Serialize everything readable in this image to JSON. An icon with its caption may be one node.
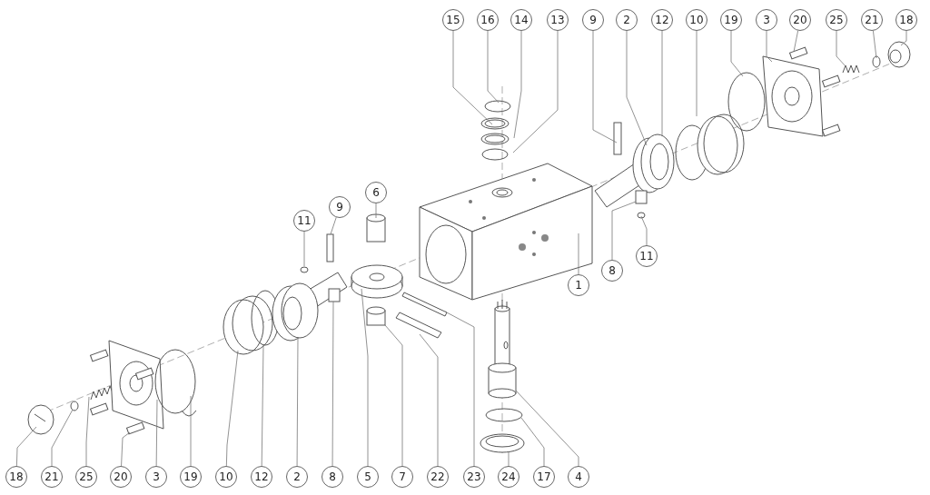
{
  "diagram": {
    "nodes": [
      {
        "text": [
          "15"
        ]
      },
      {
        "text": [
          "16"
        ]
      },
      {
        "text": [
          "14"
        ]
      },
      {
        "text": [
          "13"
        ]
      },
      {
        "text": [
          "9"
        ]
      },
      {
        "text": [
          "2"
        ]
      },
      {
        "text": [
          "12"
        ]
      },
      {
        "text": [
          "10"
        ]
      },
      {
        "text": [
          "19"
        ]
      },
      {
        "text": [
          "3"
        ]
      },
      {
        "text": [
          "20"
        ]
      },
      {
        "text": [
          "25"
        ]
      },
      {
        "text": [
          "21"
        ]
      },
      {
        "text": [
          "18"
        ]
      },
      {
        "text": [
          "6"
        ]
      },
      {
        "text": [
          "9"
        ]
      },
      {
        "text": [
          "11"
        ]
      },
      {
        "text": [
          "11"
        ]
      },
      {
        "text": [
          "8"
        ]
      },
      {
        "text": [
          "1"
        ]
      },
      {
        "text": [
          "18"
        ]
      },
      {
        "text": [
          "21"
        ]
      },
      {
        "text": [
          "25"
        ]
      },
      {
        "text": [
          "20"
        ]
      },
      {
        "text": [
          "3"
        ]
      },
      {
        "text": [
          "19"
        ]
      },
      {
        "text": [
          "10"
        ]
      },
      {
        "text": [
          "12"
        ]
      },
      {
        "text": [
          "2"
        ]
      },
      {
        "text": [
          "8"
        ]
      },
      {
        "text": [
          "5"
        ]
      },
      {
        "text": [
          "7"
        ]
      },
      {
        "text": [
          "22"
        ]
      },
      {
        "text": [
          "23"
        ]
      },
      {
        "text": [
          "24"
        ]
      },
      {
        "text": [
          "17"
        ]
      },
      {
        "text": [
          "4"
        ]
      }
    ],
    "edges": [
      {
        "from": 0,
        "to": null,
        "arrow": "none"
      },
      {
        "from": 1,
        "to": null,
        "arrow": "none"
      },
      {
        "from": 2,
        "to": null,
        "arrow": "none"
      },
      {
        "from": 3,
        "to": null,
        "arrow": "none"
      },
      {
        "from": 4,
        "to": null,
        "arrow": "none"
      },
      {
        "from": 5,
        "to": null,
        "arrow": "none"
      },
      {
        "from": 6,
        "to": null,
        "arrow": "none"
      },
      {
        "from": 7,
        "to": null,
        "arrow": "none"
      },
      {
        "from": 8,
        "to": null,
        "arrow": "none"
      },
      {
        "from": 9,
        "to": null,
        "arrow": "none"
      },
      {
        "from": 10,
        "to": null,
        "arrow": "none"
      },
      {
        "from": 11,
        "to": null,
        "arrow": "none"
      },
      {
        "from": 12,
        "to": null,
        "arrow": "none"
      },
      {
        "from": 13,
        "to": null,
        "arrow": "none"
      },
      {
        "from": 14,
        "to": null,
        "arrow": "none"
      },
      {
        "from": 15,
        "to": null,
        "arrow": "none"
      },
      {
        "from": 16,
        "to": null,
        "arrow": "none"
      },
      {
        "from": 17,
        "to": null,
        "arrow": "none"
      },
      {
        "from": 18,
        "to": null,
        "arrow": "none"
      },
      {
        "from": 19,
        "to": null,
        "arrow": "none"
      },
      {
        "from": 20,
        "to": null,
        "arrow": "none"
      },
      {
        "from": 21,
        "to": null,
        "arrow": "none"
      },
      {
        "from": 22,
        "to": null,
        "arrow": "none"
      },
      {
        "from": 23,
        "to": null,
        "arrow": "none"
      },
      {
        "from": 24,
        "to": null,
        "arrow": "none"
      },
      {
        "from": 25,
        "to": null,
        "arrow": "none"
      },
      {
        "from": 26,
        "to": null,
        "arrow": "none"
      },
      {
        "from": 27,
        "to": null,
        "arrow": "none"
      },
      {
        "from": 28,
        "to": null,
        "arrow": "none"
      },
      {
        "from": 29,
        "to": null,
        "arrow": "none"
      },
      {
        "from": 30,
        "to": null,
        "arrow": "none"
      },
      {
        "from": 31,
        "to": null,
        "arrow": "none"
      },
      {
        "from": 32,
        "to": null,
        "arrow": "none"
      },
      {
        "from": 33,
        "to": null,
        "arrow": "none"
      },
      {
        "from": 34,
        "to": null,
        "arrow": "none"
      },
      {
        "from": 35,
        "to": null,
        "arrow": "none"
      },
      {
        "from": 36,
        "to": null,
        "arrow": "none"
      }
    ]
  }
}
